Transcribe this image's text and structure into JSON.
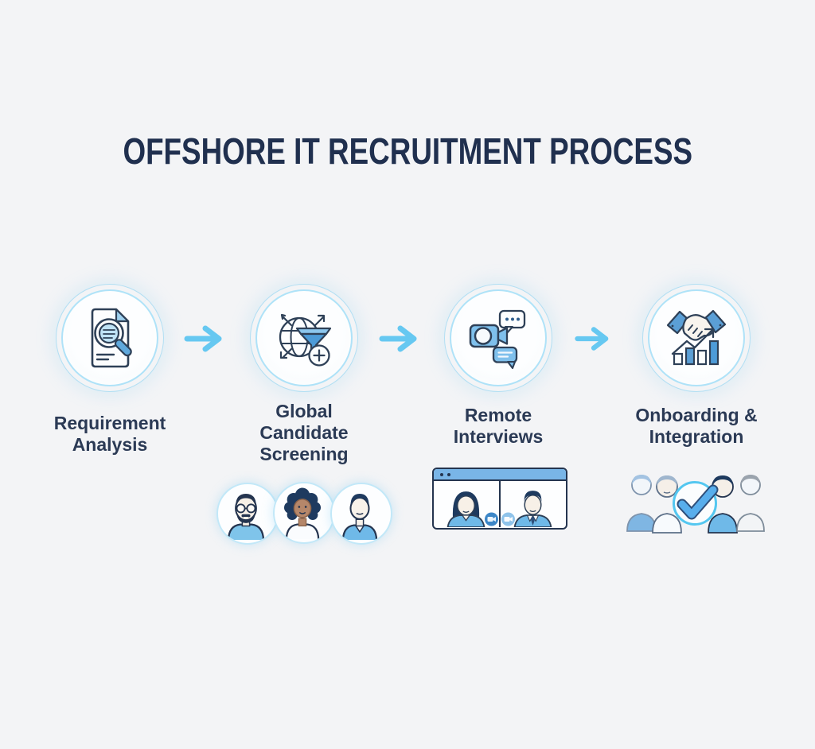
{
  "title": "OFFSHORE IT RECRUITMENT PROCESS",
  "steps": [
    {
      "label": "Requirement\nAnalysis",
      "icon": "document-magnifier-icon"
    },
    {
      "label": "Global\nCandidate\nScreening",
      "icon": "globe-funnel-icon"
    },
    {
      "label": "Remote\nInterviews",
      "icon": "video-chat-icon"
    },
    {
      "label": "Onboarding &\nIntegration",
      "icon": "handshake-growth-icon"
    }
  ],
  "decorations": {
    "candidate_avatars": [
      "bearded-man-with-glasses",
      "woman-with-curly-hair",
      "young-man-in-collared-shirt"
    ],
    "video_call": {
      "participants": [
        "woman-long-hair",
        "man-with-tie"
      ],
      "controls": [
        "camera-button",
        "camera-button"
      ]
    },
    "team_check": {
      "members": 4,
      "status": "checkmark-approved"
    }
  },
  "colors": {
    "background": "#F3F4F6",
    "title_text": "#20304F",
    "label_text": "#2B3A55",
    "arrow": "#66C8F1",
    "ring": "#9ADAF6",
    "icon_outline": "#2E4057",
    "icon_blue": "#5B9FD6",
    "icon_light_blue": "#7FC0EC",
    "check_ring": "#54C7F0"
  }
}
